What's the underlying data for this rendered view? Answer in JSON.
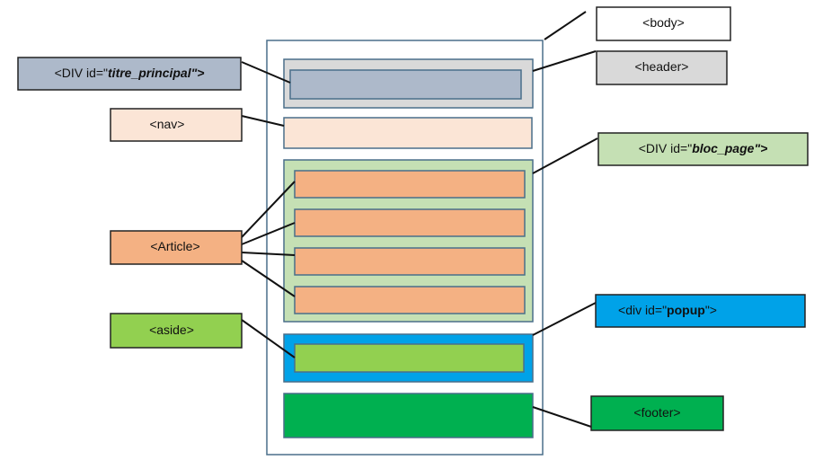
{
  "labels": {
    "body": "<body>",
    "header": "<header>",
    "titre_prefix": "<DIV id=\"",
    "titre_id": "titre_principal",
    "titre_suffix": "\">",
    "nav": "<nav>",
    "bloc_prefix": "<DIV id=\"",
    "bloc_id": "bloc_page",
    "bloc_suffix": "\">",
    "article": "<Article>",
    "aside": "<aside>",
    "popup_prefix": "<div id=\"",
    "popup_id": "popup",
    "popup_suffix": "\">",
    "footer": "<footer>"
  },
  "colors": {
    "frame_stroke": "#4a6f8a",
    "header_fill": "#d9d9d9",
    "titre_fill": "#adb9ca",
    "nav_fill": "#fbe5d6",
    "bloc_fill": "#c5e0b4",
    "article_fill": "#f4b183",
    "popup_fill": "#00a2e8",
    "aside_fill": "#92d050",
    "footer_fill": "#00b050",
    "body_label_fill": "#ffffff",
    "connector": "#111111"
  }
}
